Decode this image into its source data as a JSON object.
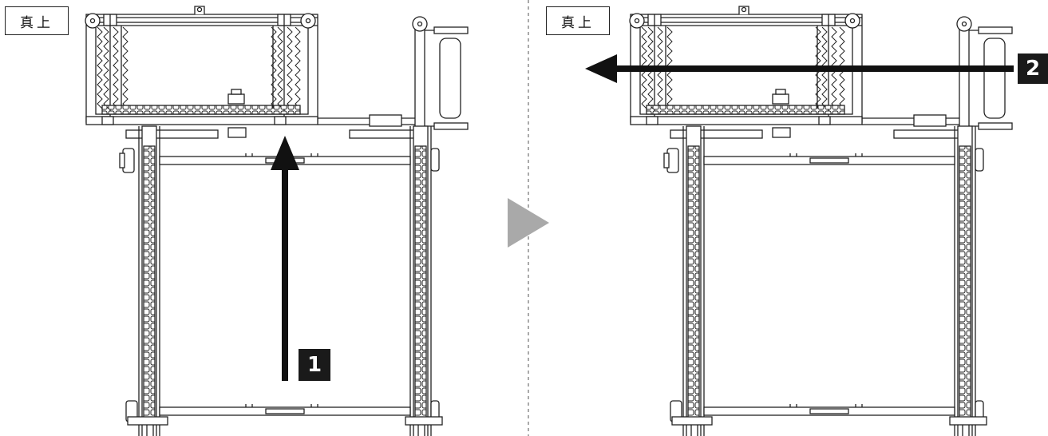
{
  "panels": [
    {
      "view_label": "真上",
      "step": "1",
      "arrow_direction": "up"
    },
    {
      "view_label": "真上",
      "step": "2",
      "arrow_direction": "left"
    }
  ],
  "separator": {
    "style": "dashed"
  },
  "transition_icon": "play-triangle-icon",
  "colors": {
    "line": "#222222",
    "arrow": "#111111",
    "badge": "#1a1a1a",
    "triangle": "#a9a9a9"
  }
}
